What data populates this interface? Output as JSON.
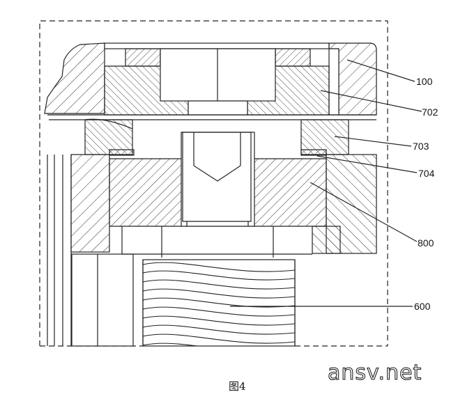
{
  "figure": {
    "caption": "图4",
    "watermark": "ansv.net",
    "callouts": [
      {
        "id": "100",
        "label": "100"
      },
      {
        "id": "702",
        "label": "702"
      },
      {
        "id": "703",
        "label": "703"
      },
      {
        "id": "704",
        "label": "704"
      },
      {
        "id": "800",
        "label": "800"
      },
      {
        "id": "600",
        "label": "600"
      }
    ]
  },
  "colors": {
    "line": "#222222",
    "hatch": "#333333",
    "background": "#ffffff"
  }
}
